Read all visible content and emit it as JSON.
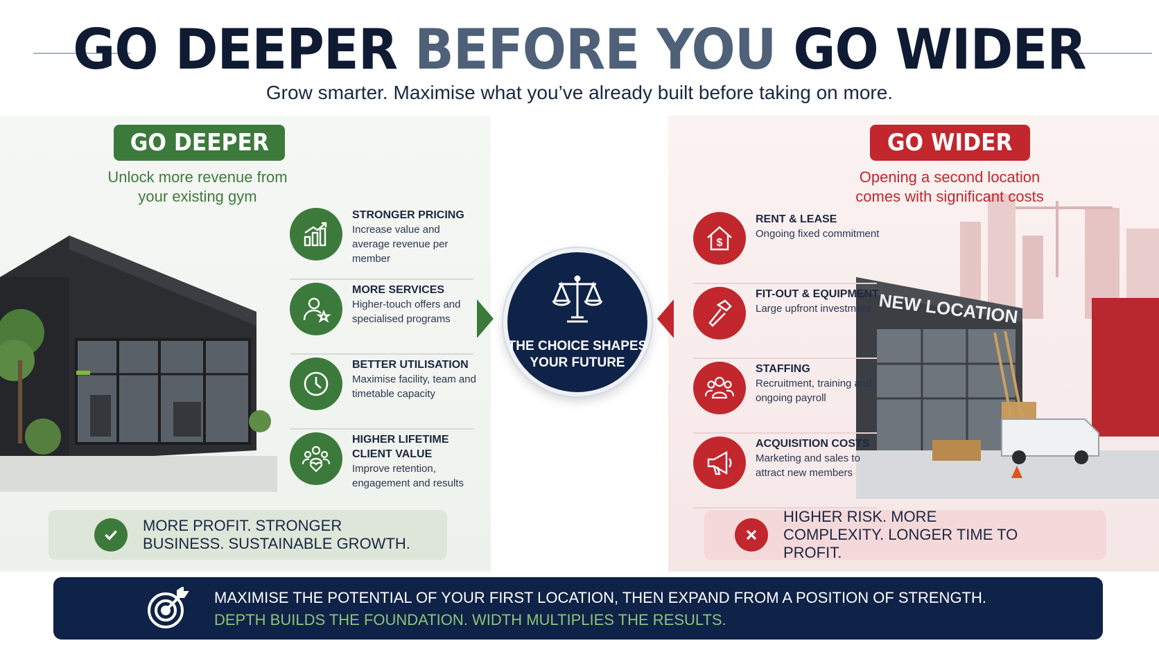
{
  "header": {
    "title_part1": "GO DEEPER ",
    "title_part2": "BEFORE YOU ",
    "title_part3": "GO WIDER",
    "subtitle": "Grow smarter. Maximise what you’ve already built before taking on more."
  },
  "colors": {
    "green": "#3c7a3c",
    "red": "#c1272d",
    "navy": "#0f2247",
    "banner_accent": "#8cc47a"
  },
  "left": {
    "label": "GO DEEPER",
    "tagline": "Unlock more revenue from your existing gym",
    "items": [
      {
        "icon": "bar-chart-growth-icon",
        "title": "STRONGER PRICING",
        "desc": "Increase value and average revenue per member"
      },
      {
        "icon": "person-star-icon",
        "title": "MORE SERVICES",
        "desc": "Higher-touch offers and specialised programs"
      },
      {
        "icon": "clock-icon",
        "title": "BETTER UTILISATION",
        "desc": "Maximise facility, team and timetable capacity"
      },
      {
        "icon": "people-heart-icon",
        "title": "HIGHER LIFETIME CLIENT VALUE",
        "desc": "Improve retention, engagement and results"
      }
    ],
    "result": "MORE PROFIT. STRONGER BUSINESS. SUSTAINABLE GROWTH."
  },
  "centre": {
    "icon": "scales-icon",
    "text": "THE CHOICE SHAPES YOUR FUTURE"
  },
  "right": {
    "label": "GO WIDER",
    "tagline": "Opening a second location comes with significant costs",
    "items": [
      {
        "icon": "house-dollar-icon",
        "title": "RENT & LEASE",
        "desc": "Ongoing fixed commitment"
      },
      {
        "icon": "hammer-icon",
        "title": "FIT-OUT & EQUIPMENT",
        "desc": "Large upfront investment"
      },
      {
        "icon": "people-group-icon",
        "title": "STAFFING",
        "desc": "Recruitment, training and ongoing payroll"
      },
      {
        "icon": "megaphone-icon",
        "title": "ACQUISITION COSTS",
        "desc": "Marketing and sales to attract new members"
      }
    ],
    "result": "HIGHER RISK. MORE COMPLEXITY. LONGER TIME TO PROFIT.",
    "building_sign": "NEW LOCATION"
  },
  "banner": {
    "icon": "target-arrow-icon",
    "line1": "MAXIMISE THE POTENTIAL OF YOUR FIRST LOCATION, THEN EXPAND FROM A POSITION OF STRENGTH.",
    "line2": "DEPTH BUILDS THE FOUNDATION. WIDTH MULTIPLIES THE RESULTS."
  }
}
